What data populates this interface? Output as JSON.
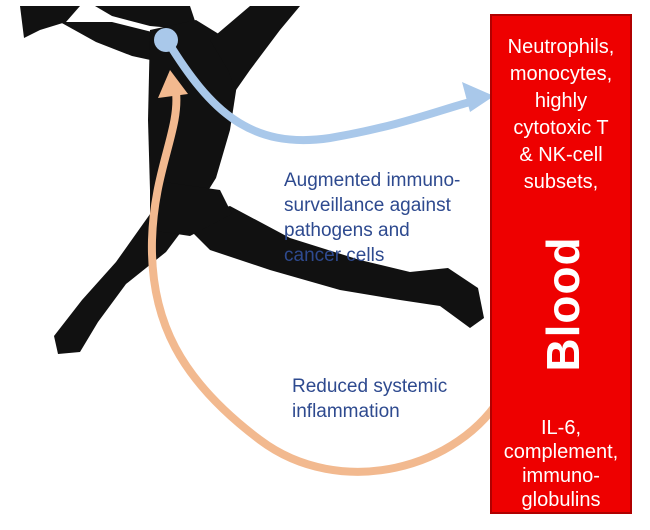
{
  "blood_box": {
    "top_text": "Neutrophils,\nmonocytes,\nhighly\ncytotoxic T\n& NK-cell\nsubsets,",
    "title": "Blood",
    "bottom_text": "IL-6,\ncomplement,\nimmuno-\nglobulins"
  },
  "labels": {
    "surveillance": "Augmented immuno-\nsurveillance against\npathogens and\ncancer cells",
    "inflammation": "Reduced systemic\ninflammation"
  },
  "colors": {
    "blood_red": "#ee0000",
    "arrow_blue": "#a9c8ea",
    "arrow_orange": "#f2b98f",
    "label_blue": "#2e4a8f",
    "silhouette": "#111111"
  },
  "icons": [
    "runner-silhouette",
    "blue-arrow",
    "orange-arrow"
  ]
}
